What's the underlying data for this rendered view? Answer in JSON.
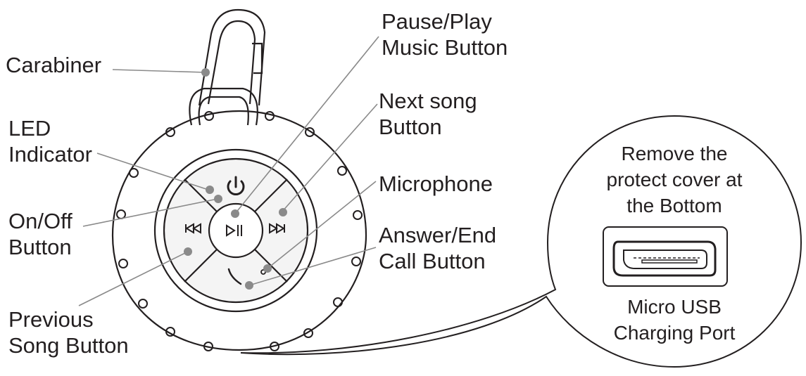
{
  "labels": {
    "carabiner": "Carabiner",
    "pause_play": [
      "Pause/Play",
      "Music Button"
    ],
    "next_song": [
      "Next song",
      "Button"
    ],
    "led": [
      "LED",
      "Indicator"
    ],
    "microphone": "Microphone",
    "on_off": [
      "On/Off",
      "Button"
    ],
    "answer_end": [
      "Answer/End",
      "Call Button"
    ],
    "previous_song": [
      "Previous",
      "Song Button"
    ]
  },
  "callout": {
    "note": [
      "Remove the",
      "protect cover at",
      "the Bottom"
    ],
    "port": [
      "Micro USB",
      "Charging Port"
    ]
  },
  "icons": {
    "power": "power-icon",
    "play_pause": "play-pause-icon",
    "next": "next-track-icon",
    "previous": "previous-track-icon",
    "phone": "phone-icon"
  },
  "colors": {
    "ink": "#231f20",
    "leader": "#8a8a8a",
    "face": "#f4f4f4"
  }
}
